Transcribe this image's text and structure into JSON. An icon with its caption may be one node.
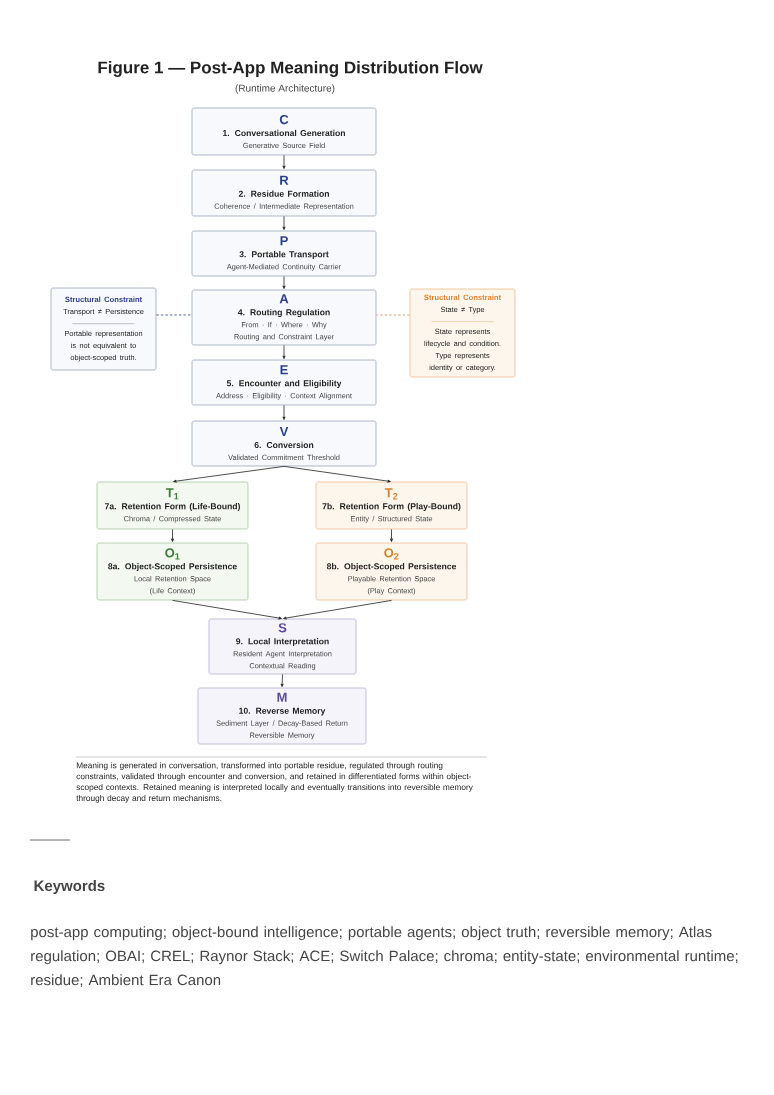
{
  "diagram": {
    "title": "Figure 1 — Post-App Meaning Distribution Flow",
    "caption": "Meaning is generated in conversation, transformed into portable residue, regulated through routing constraints, validated through encounter and conversion, and retained in differentiated forms within object-scoped contexts. Retained meaning is interpreted locally and eventually transitions into reversible memory through decay and return mechanisms.",
    "nodes": [
      {
        "text": [
          "C",
          "1. Conversational Generation",
          "Generative Source Field"
        ]
      },
      {
        "text": [
          "R",
          "2. Residue Formation",
          "Coherence / Intermediate Representation"
        ]
      },
      {
        "text": [
          "P",
          "3. Portable Transport",
          "Agent-Mediated Continuity Carrier"
        ]
      },
      {
        "text": [
          "Structural Constraint",
          "Transport ≠ Persistence",
          "Portable representation is not equivalent to object-scoped truth."
        ]
      },
      {
        "text": [
          "A",
          "4. Routing Regulation",
          "From · If · Where · Why",
          "Routing and Constraint Layer"
        ]
      },
      {
        "text": [
          "Structural Constraint",
          "State ≠ Type",
          "State represents lifecycle and condition.",
          "Type represents identity or category."
        ]
      },
      {
        "text": [
          "E",
          "5. Encounter and Eligibility",
          "Address · Eligibility · Context Alignment"
        ]
      },
      {
        "text": [
          "V",
          "6. Conversion",
          "Validated Commitment Threshold"
        ]
      },
      {
        "text": [
          "T$_{1}$",
          "7a. Retention Form (Life-Bound)",
          "Chroma / Compressed State"
        ]
      },
      {
        "text": [
          "T$_{2}$",
          "7b. Retention Form (Play-Bound)",
          "Entity / Structured State"
        ]
      },
      {
        "text": [
          "O$_{1}$",
          "8a. Object-Scoped Persistence",
          "Local Retention Space",
          "(Life Context)"
        ]
      },
      {
        "text": [
          "O$_{2}$",
          "8b. Object-Scoped Persistence",
          "Playable Retention Space",
          "(Play Context)"
        ]
      },
      {
        "text": [
          "S",
          "9. Local Interpretation",
          "Resident Agent Interpretation",
          "Contextual Reading"
        ]
      },
      {
        "text": [
          "M",
          "10. Reverse Memory",
          "Sediment Layer / Decay-Based Return",
          "Reversible Memory"
        ]
      }
    ],
    "edges": [
      {
        "from": 0,
        "to": 1,
        "arrow": "to"
      },
      {
        "from": 1,
        "to": 2,
        "arrow": "to"
      },
      {
        "from": 2,
        "to": 4,
        "arrow": "to"
      },
      {
        "from": 4,
        "to": 6,
        "arrow": "to"
      },
      {
        "from": 6,
        "to": 7,
        "arrow": "to"
      },
      {
        "from": 7,
        "to": 8,
        "arrow": "to"
      },
      {
        "from": 7,
        "to": 9,
        "arrow": "to"
      },
      {
        "from": 8,
        "to": 10,
        "arrow": "to"
      },
      {
        "from": 9,
        "to": 11,
        "arrow": "to"
      },
      {
        "from": 10,
        "to": 12,
        "arrow": "to"
      },
      {
        "from": 11,
        "to": 12,
        "arrow": "to"
      },
      {
        "from": 12,
        "to": 13,
        "arrow": "to"
      },
      {
        "from": 3,
        "to": 4,
        "arrow": "none",
        "style": "dashed",
        "color": "#2b3f8a"
      },
      {
        "from": 5,
        "to": 4,
        "arrow": "none",
        "style": "dashed",
        "color": "#e08a3c"
      }
    ],
    "labels": [
      "(Runtime Architecture)",
      "Keywords",
      "post-app computing; object-bound intelligence; portable agents; object truth; reversible memory; Atlas regulation; OBAI; CREL; Raynor Stack; ACE; Switch Palace; chroma; entity-state; environmental runtime; residue; Ambient Era Canon"
    ]
  }
}
